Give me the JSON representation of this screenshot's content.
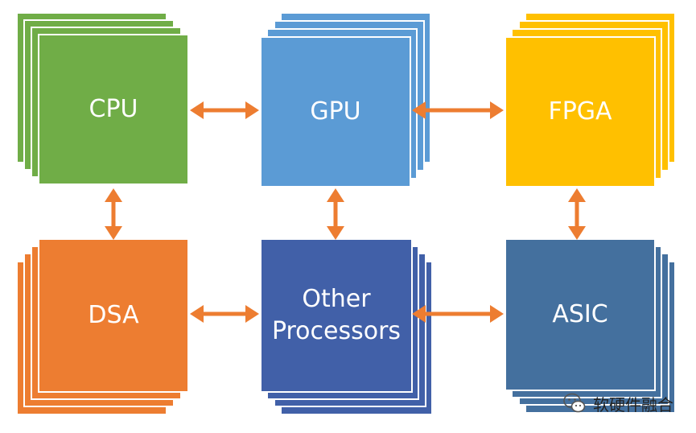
{
  "nodes": [
    {
      "id": "cpu",
      "label": "CPU",
      "color": "#70AD47"
    },
    {
      "id": "gpu",
      "label": "GPU",
      "color": "#5B9BD5"
    },
    {
      "id": "fpga",
      "label": "FPGA",
      "color": "#FFC000"
    },
    {
      "id": "dsa",
      "label": "DSA",
      "color": "#ED7D31"
    },
    {
      "id": "other",
      "label": "Other\nProcessors",
      "color": "#4160A8"
    },
    {
      "id": "asic",
      "label": "ASIC",
      "color": "#44709E"
    }
  ],
  "arrow_color": "#ED7D31",
  "watermark": {
    "text": "软硬件融合",
    "icon": "wechat-icon"
  }
}
